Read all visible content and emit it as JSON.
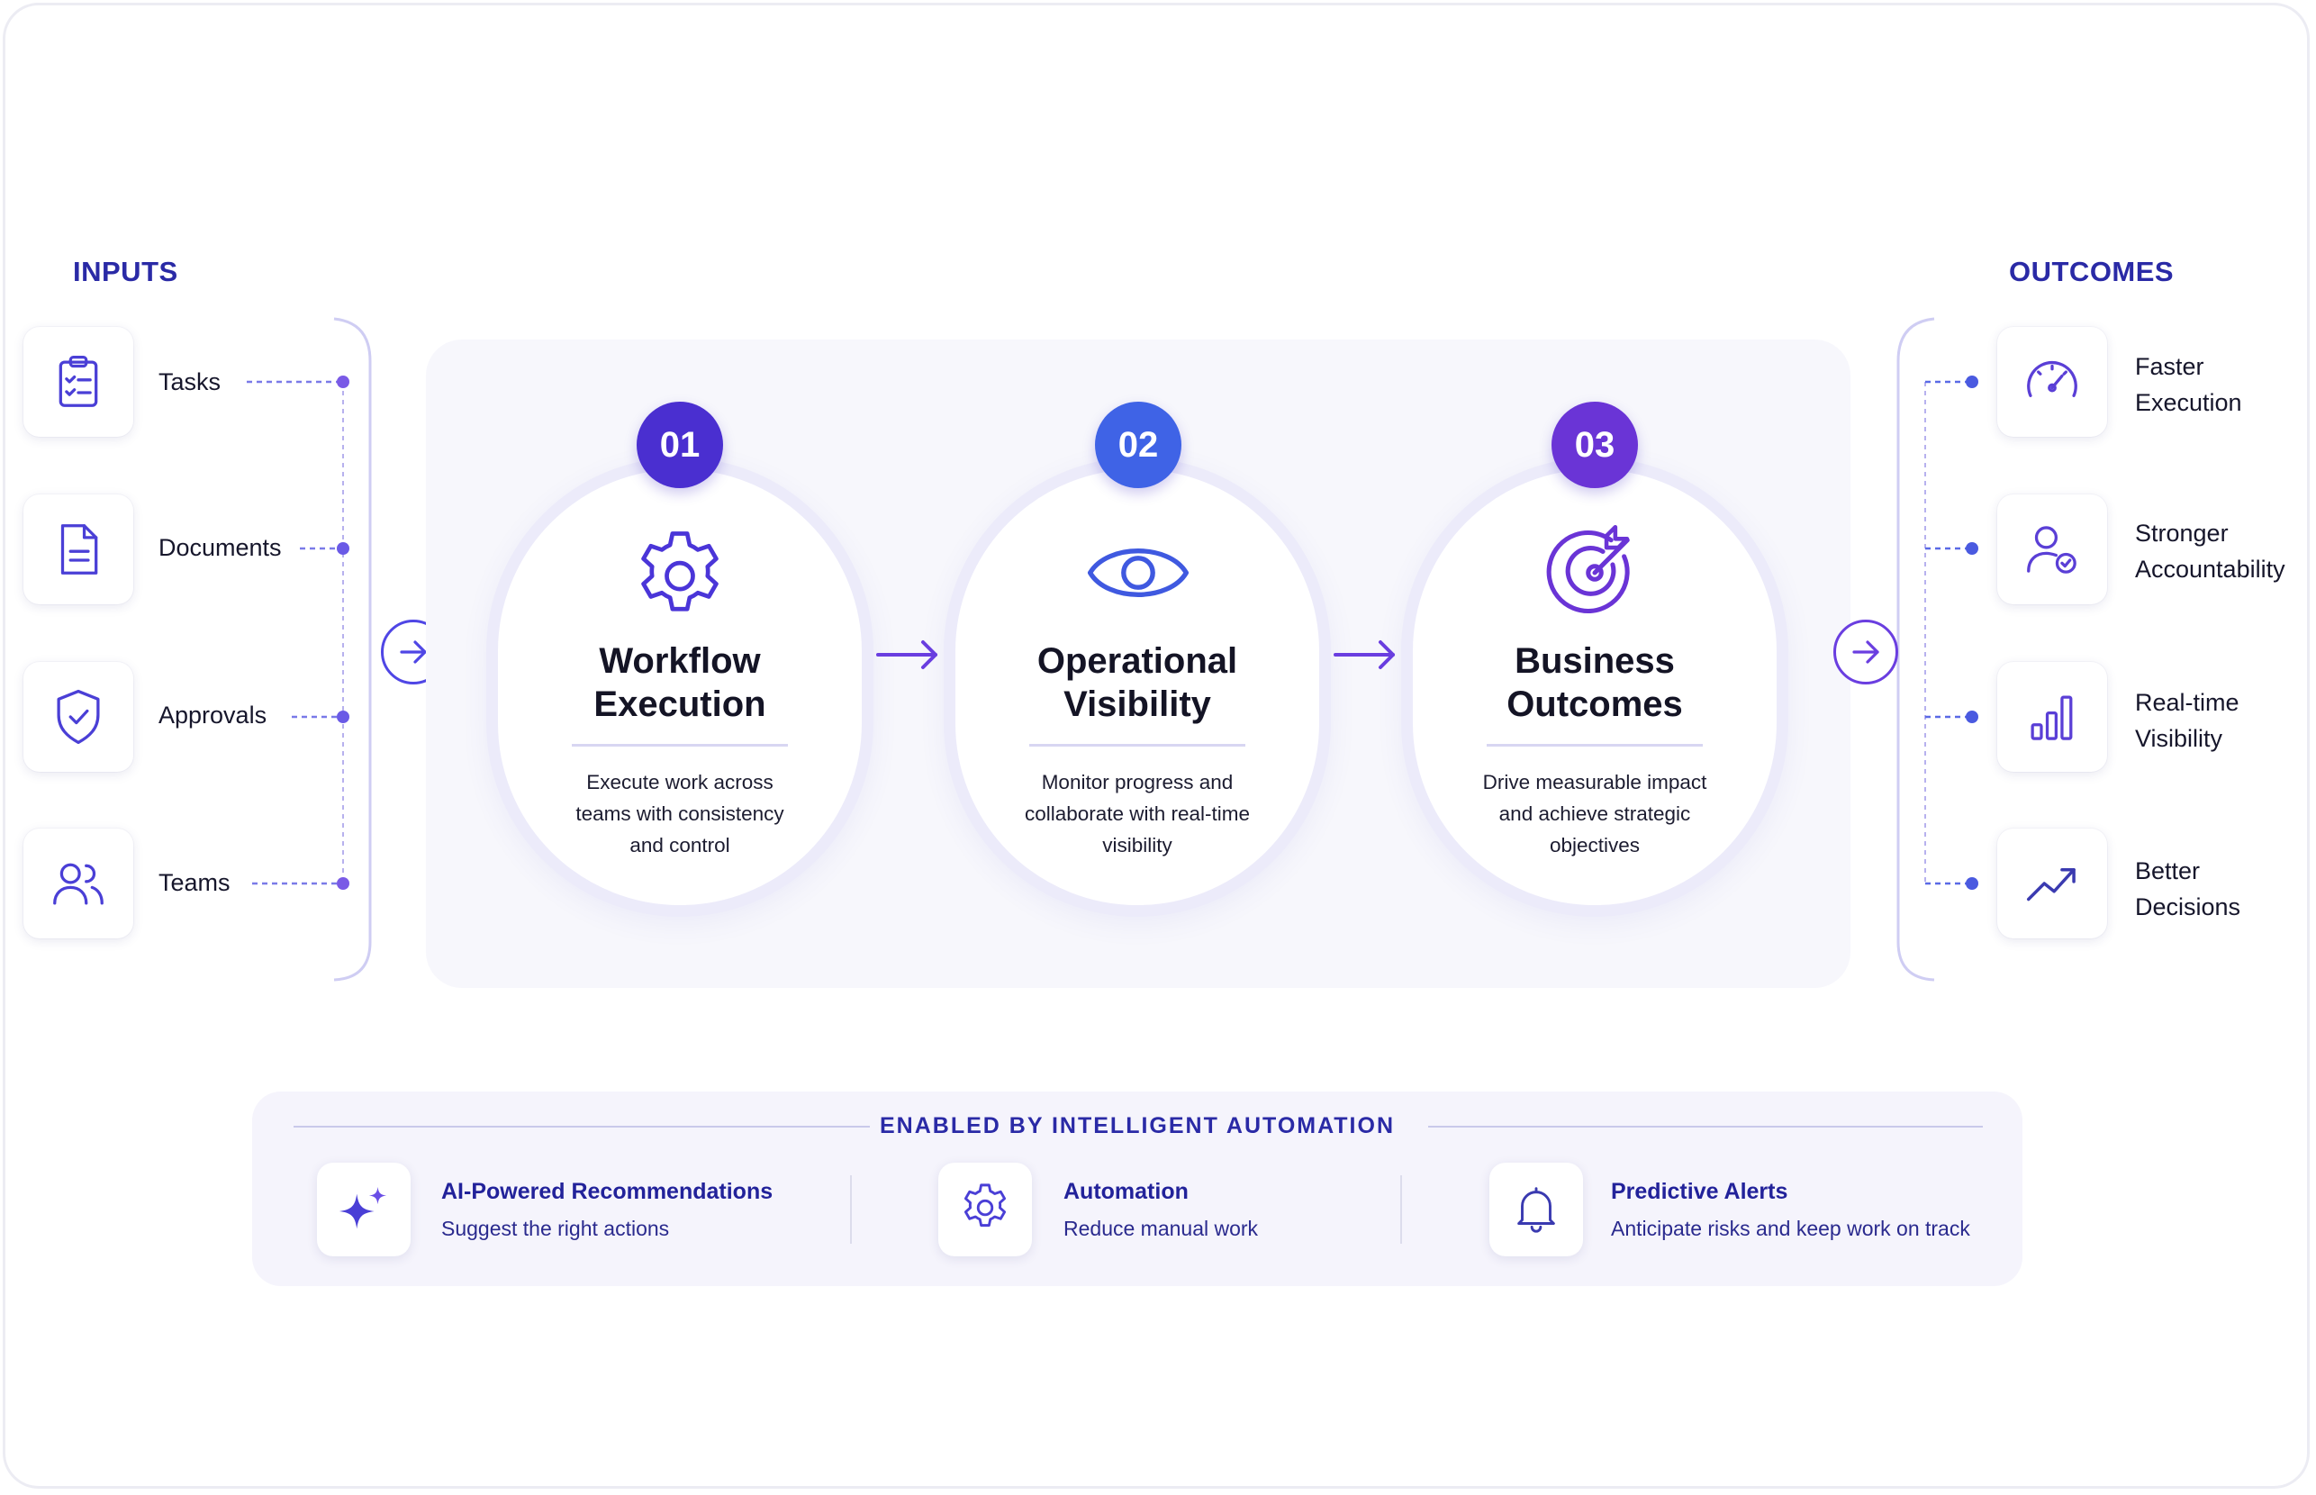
{
  "inputs": {
    "title": "INPUTS",
    "items": [
      {
        "label": "Tasks",
        "icon": "clipboard-checklist-icon"
      },
      {
        "label": "Documents",
        "icon": "document-icon"
      },
      {
        "label": "Approvals",
        "icon": "shield-check-icon"
      },
      {
        "label": "Teams",
        "icon": "team-icon"
      }
    ]
  },
  "stages": [
    {
      "number": "01",
      "title_line1": "Workflow",
      "title_line2": "Execution",
      "desc_line1": "Execute work across",
      "desc_line2": "teams with consistency",
      "desc_line3": "and control",
      "icon": "gear-icon",
      "badge_color": "#4a2fd0"
    },
    {
      "number": "02",
      "title_line1": "Operational",
      "title_line2": "Visibility",
      "desc_line1": "Monitor progress and",
      "desc_line2": "collaborate with real-time",
      "desc_line3": "visibility",
      "icon": "eye-icon",
      "badge_color": "#3f63e6"
    },
    {
      "number": "03",
      "title_line1": "Business",
      "title_line2": "Outcomes",
      "desc_line1": "Drive measurable impact",
      "desc_line2": "and achieve strategic",
      "desc_line3": "objectives",
      "icon": "target-icon",
      "badge_color": "#6a34d6"
    }
  ],
  "outcomes": {
    "title": "OUTCOMES",
    "items": [
      {
        "line1": "Faster",
        "line2": "Execution",
        "icon": "speedometer-icon"
      },
      {
        "line1": "Stronger",
        "line2": "Accountability",
        "icon": "user-check-icon"
      },
      {
        "line1": "Real-time",
        "line2": "Visibility",
        "icon": "bar-chart-icon"
      },
      {
        "line1": "Better",
        "line2": "Decisions",
        "icon": "trend-up-icon"
      }
    ]
  },
  "automation": {
    "title": "ENABLED BY INTELLIGENT AUTOMATION",
    "items": [
      {
        "title": "AI-Powered Recommendations",
        "subtitle": "Suggest the right actions",
        "icon": "sparkle-icon"
      },
      {
        "title": "Automation",
        "subtitle": "Reduce manual work",
        "icon": "gear-icon"
      },
      {
        "title": "Predictive Alerts",
        "subtitle": "Anticipate risks and keep work on track",
        "icon": "bell-icon"
      }
    ]
  },
  "colors": {
    "accent_blue": "#2a2aa6",
    "accent_purple": "#6a3ee0",
    "accent_indigo": "#4f46e5"
  }
}
